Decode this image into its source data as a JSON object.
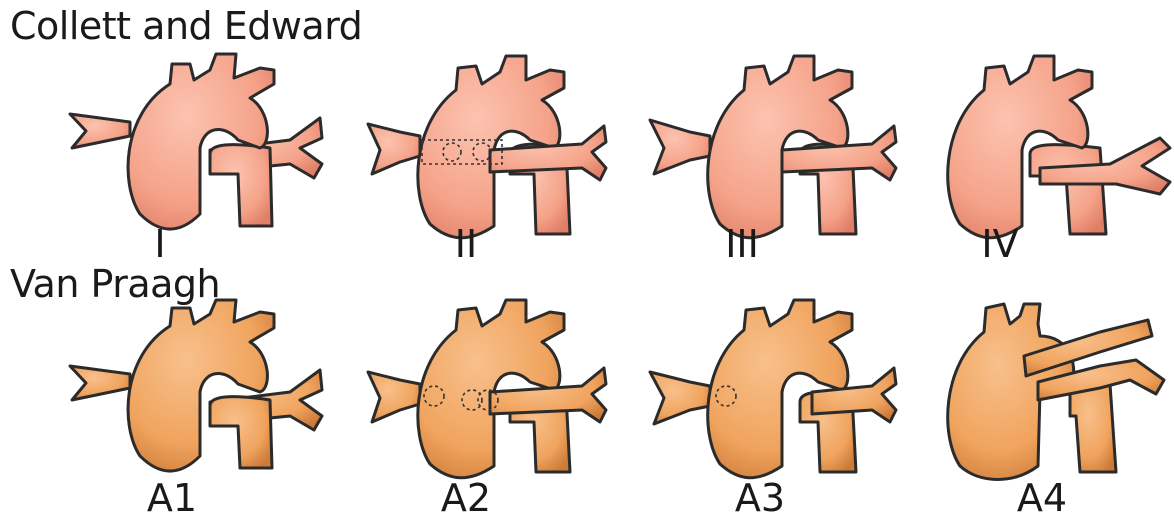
{
  "titles": {
    "collett_edward": "Collett and Edward",
    "van_praagh": "Van Praagh"
  },
  "collett_edward": {
    "color": "#f5a38a",
    "shade": "#e07e66",
    "types": [
      "I",
      "II",
      "III",
      "IV"
    ]
  },
  "van_praagh": {
    "color": "#f0a45e",
    "shade": "#cc7a38",
    "types": [
      "A1",
      "A2",
      "A3",
      "A4"
    ]
  }
}
